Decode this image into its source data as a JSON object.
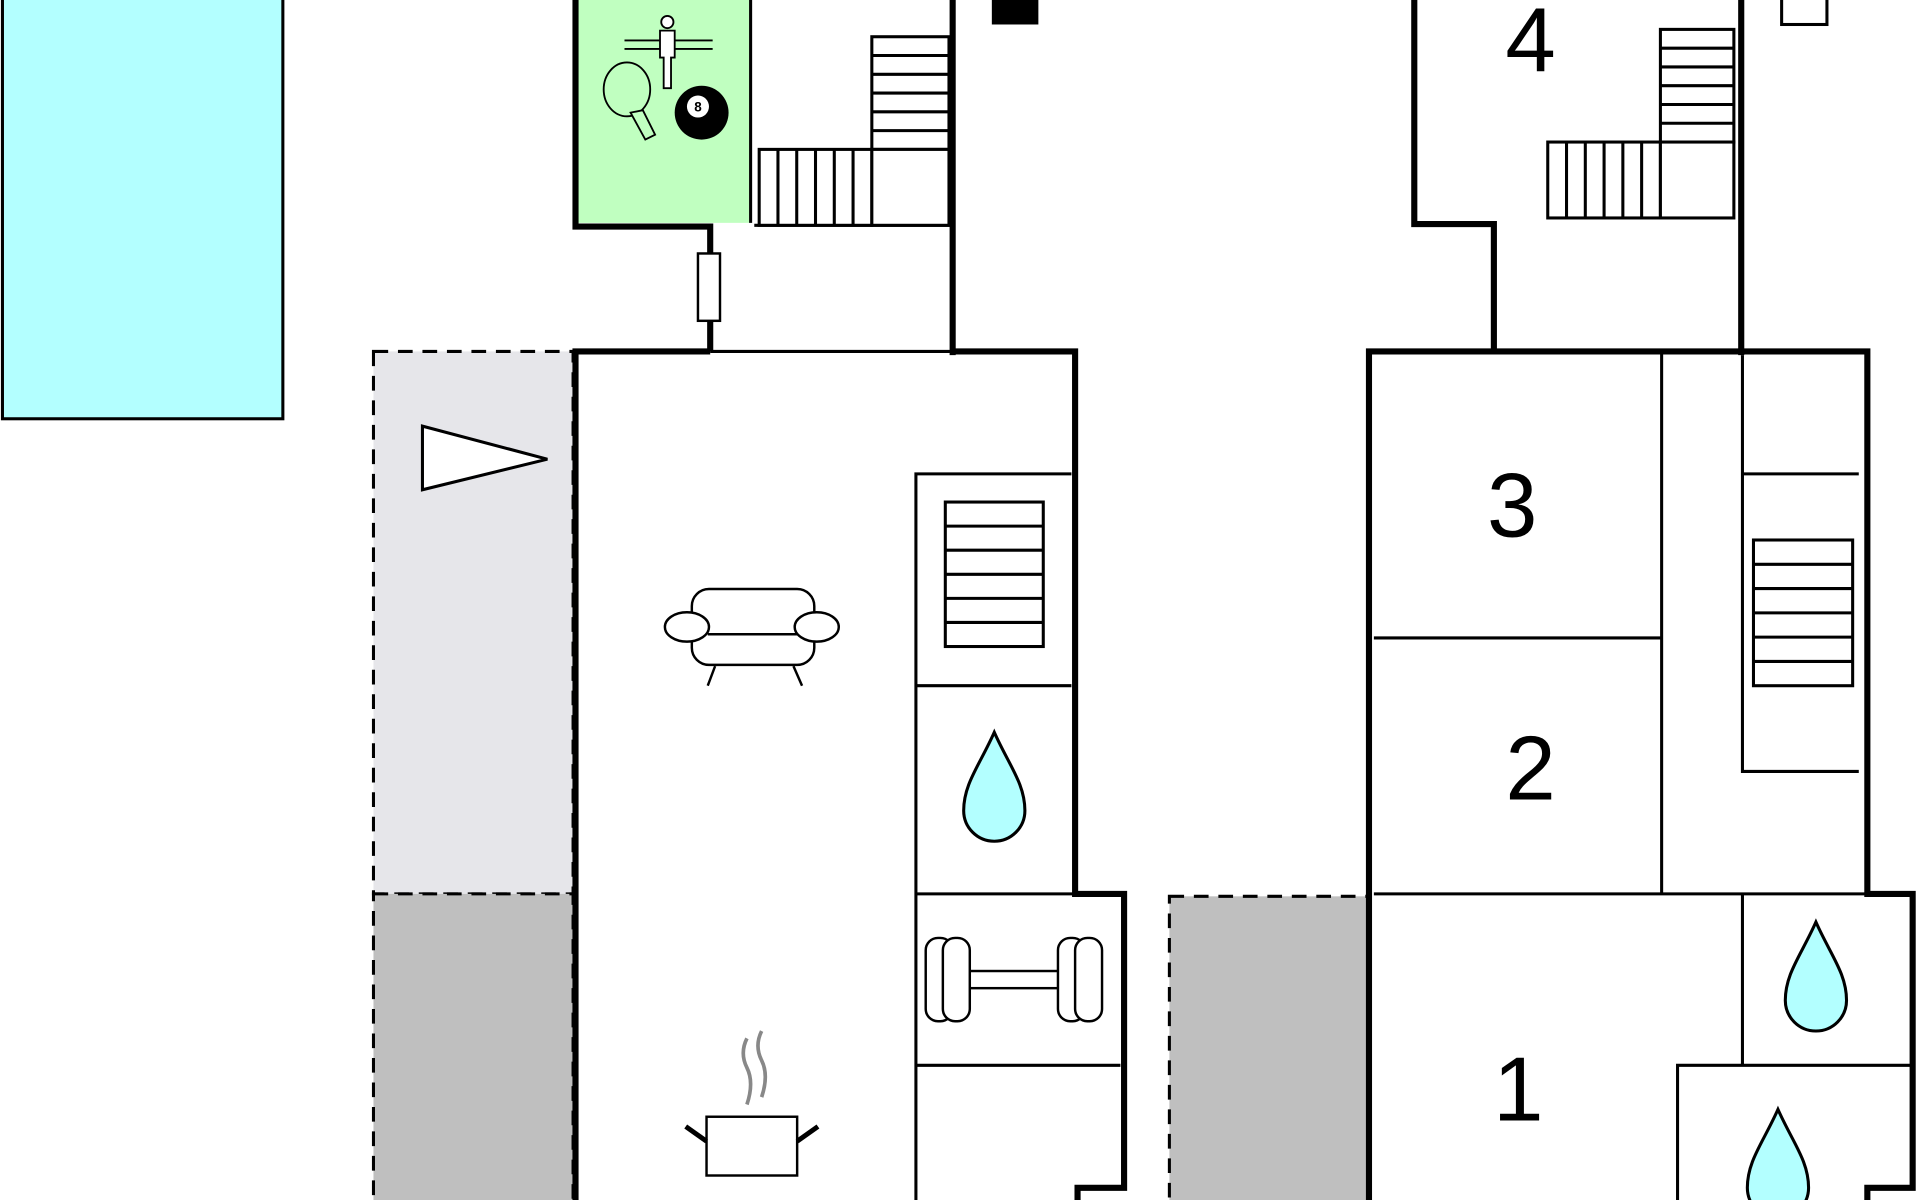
{
  "title": "Floor plan",
  "rooms": {
    "room_1": "1",
    "room_2": "2",
    "room_3": "3",
    "room_4": "4"
  },
  "billiard_ball": "8",
  "colors": {
    "pool": "#b3ffff",
    "game_room": "#c0ffc0",
    "terrace_light": "#e6e6ea",
    "terrace_dark": "#bfbfbf",
    "water": "#b3ffff"
  },
  "icons": [
    "pool",
    "table-tennis-icon",
    "foosball-icon",
    "billiard-ball-icon",
    "stairs",
    "sofa-icon",
    "water-drop-icon",
    "dumbbell-icon",
    "cooking-pot-icon",
    "sauna-bench-icon",
    "direction-triangle-icon"
  ]
}
